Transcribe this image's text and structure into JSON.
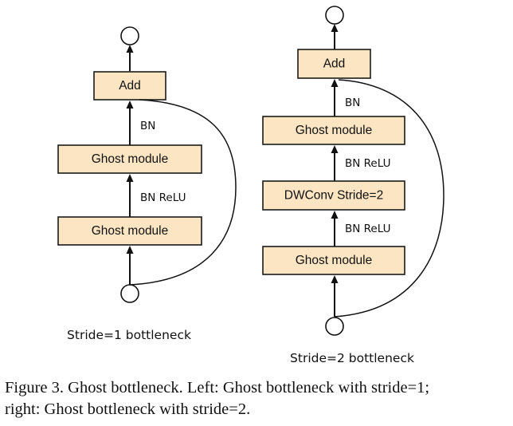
{
  "figure": {
    "left": {
      "title": "Stride=1 bottleneck",
      "blocks": [
        "Add",
        "Ghost module",
        "Ghost module"
      ],
      "edge_labels": [
        "BN",
        "BN ReLU"
      ]
    },
    "right": {
      "title": "Stride=2 bottleneck",
      "blocks": [
        "Add",
        "Ghost module",
        "DWConv Stride=2",
        "Ghost module"
      ],
      "edge_labels": [
        "BN",
        "BN ReLU",
        "BN ReLU"
      ]
    },
    "colors": {
      "block_fill": "#fbe5c3",
      "stroke": "#111111"
    }
  },
  "caption": {
    "line1": "Figure 3. Ghost bottleneck. Left: Ghost bottleneck with stride=1;",
    "line2": "right: Ghost bottleneck with stride=2."
  }
}
